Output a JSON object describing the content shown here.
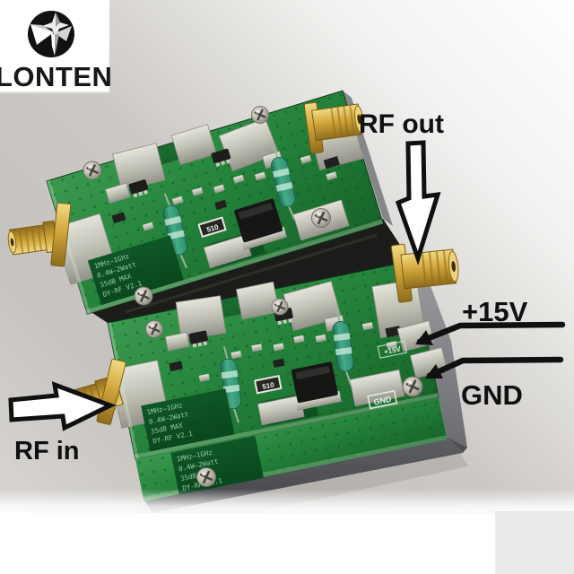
{
  "brand": {
    "name": "LONTEN",
    "logo_icon": "lonten-bird-logo"
  },
  "callouts": {
    "rf_out": "RF out",
    "rf_in": "RF in",
    "supply": "+15V",
    "ground": "GND"
  },
  "board_silkscreen": {
    "specs": [
      "1MHz—1GHz",
      "0.4W—2Watt",
      "35dB MAX",
      "DY-RF V2.1"
    ],
    "resistor": "510",
    "gnd_pad": "GND",
    "supply_pad": "+15V"
  },
  "colors": {
    "annotation_black": "#101010",
    "pcb_green": "#23813a",
    "pcb_dark_green": "#0d5023",
    "solder_silver": "#c9c9bf",
    "connector_gold": "#d2a63c",
    "base_gray": "#77787b",
    "background_gray": "#c9c6c3",
    "logo_black": "#111111",
    "background_white": "#ffffff"
  }
}
